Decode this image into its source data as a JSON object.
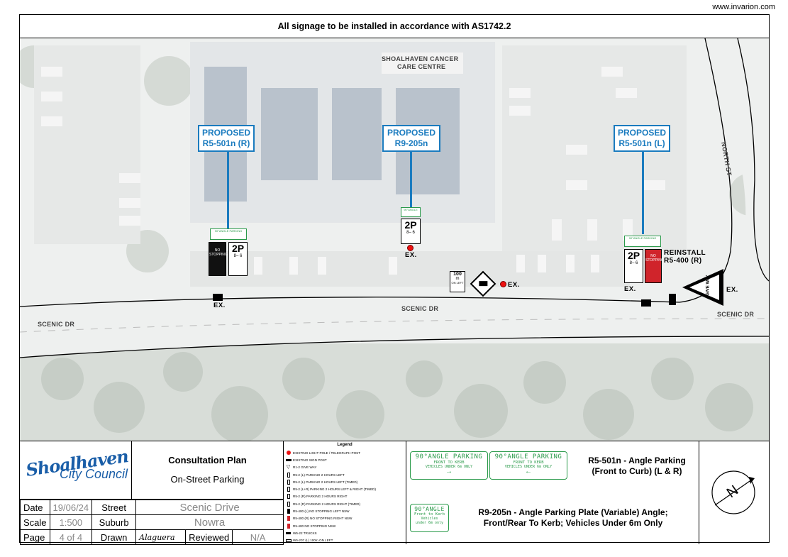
{
  "site_url": "www.invarion.com",
  "header": {
    "note": "All signage to be installed in accordance with AS1742.2"
  },
  "map": {
    "labels": {
      "care_centre": [
        "SHOALHAVEN CANCER",
        "CARE CENTRE"
      ],
      "north_st": "NORTH ST",
      "scenic_dr_left": "SCENIC DR",
      "scenic_dr_mid": "SCENIC DR",
      "scenic_dr_right": "SCENIC DR"
    },
    "callouts": [
      {
        "line1": "PROPOSED",
        "line2": "R5-501n (R)"
      },
      {
        "line1": "PROPOSED",
        "line2": "R9-205n"
      },
      {
        "line1": "PROPOSED",
        "line2": "R5-501n (L)"
      }
    ],
    "signs": {
      "two_p": "2P",
      "times": "8– 6",
      "no_stopping": "NO STOPPING",
      "plate_text": "90°ANGLE PARKING",
      "plate_small": "90°ANGLE",
      "hundred_m": [
        "100",
        "m",
        "ON LEFT"
      ],
      "give_way": "GIVE WAY"
    },
    "ex_label": "EX.",
    "reinstall": [
      "REINSTALL",
      "R5-400 (R)"
    ]
  },
  "title_block": {
    "logo": {
      "line1": "Shoalhaven",
      "line2": "City Council"
    },
    "plan_title": "Consultation Plan",
    "plan_subtitle": "On-Street Parking",
    "rows": [
      {
        "k1": "Date",
        "v1": "19/06/24",
        "k2": "Street",
        "v2": "Scenic Drive"
      },
      {
        "k1": "Scale",
        "v1": "1:500",
        "k2": "Suburb",
        "v2": "Nowra"
      },
      {
        "k1": "Page",
        "v1": "4 of 4",
        "k2": "Drawn",
        "k3": "Reviewed",
        "v3": "N/A",
        "signature": "Alaguera"
      }
    ],
    "legend": {
      "title": "Legend",
      "items": [
        {
          "sym": "red-dot",
          "text": "EXISTING LIGHT POLE / TELEGRAPH POST"
        },
        {
          "sym": "sign-post",
          "text": "EXISTING SIGN POST"
        },
        {
          "sym": "triangle",
          "text": "R1-2 GIVE WAY"
        },
        {
          "sym": "rect",
          "text": "R5-2 (L) PARKING 2 HOURS LEFT"
        },
        {
          "sym": "rect",
          "text": "R5-2 (L) PARKING 2 HOURS LEFT (TIMED)"
        },
        {
          "sym": "rect",
          "text": "R5-2 (L+R) PARKING 2 HOURS LEFT & RIGHT (TIMED)"
        },
        {
          "sym": "rect",
          "text": "R5-2 (R) PARKING 2 HOURS RIGHT"
        },
        {
          "sym": "rect",
          "text": "R5-2 (R) PARKING 2 HOURS RIGHT (TIMED)"
        },
        {
          "sym": "rect-black",
          "text": "R5-400 (L) NO STOPPING LEFT NSW"
        },
        {
          "sym": "rect-red",
          "text": "R5-400 (R) NO STOPPING RIGHT NSW"
        },
        {
          "sym": "rect-red",
          "text": "R5-400 NO STOPPING NSW"
        },
        {
          "sym": "truck",
          "text": "W5-22 TRUCKS"
        },
        {
          "sym": "rect-wide",
          "text": "W5-207 (L) 100m ON LEFT"
        }
      ]
    },
    "plates": {
      "main": "90°ANGLE PARKING",
      "sub1": "FRONT TO KERB",
      "sub2": "VEHICLES UNDER 6m ONLY",
      "arrow_right": "→",
      "arrow_left": "←",
      "small_main": "90°ANGLE",
      "small_sub1": "Front to Kerb",
      "small_sub2": "Vehicles",
      "small_sub3": "under 6m only"
    },
    "desc1": [
      "R5-501n - Angle Parking",
      "(Front to Curb) (L & R)"
    ],
    "desc2": [
      "R9-205n - Angle Parking Plate (Variable) Angle;",
      "Front/Rear To Kerb; Vehicles Under 6m Only"
    ],
    "north_letter": "N"
  },
  "colors": {
    "callout_blue": "#1a7bbf",
    "plate_green": "#2a9a4a",
    "no_stopping_red": "#d0242b",
    "logo_blue": "#1a5ea8"
  }
}
